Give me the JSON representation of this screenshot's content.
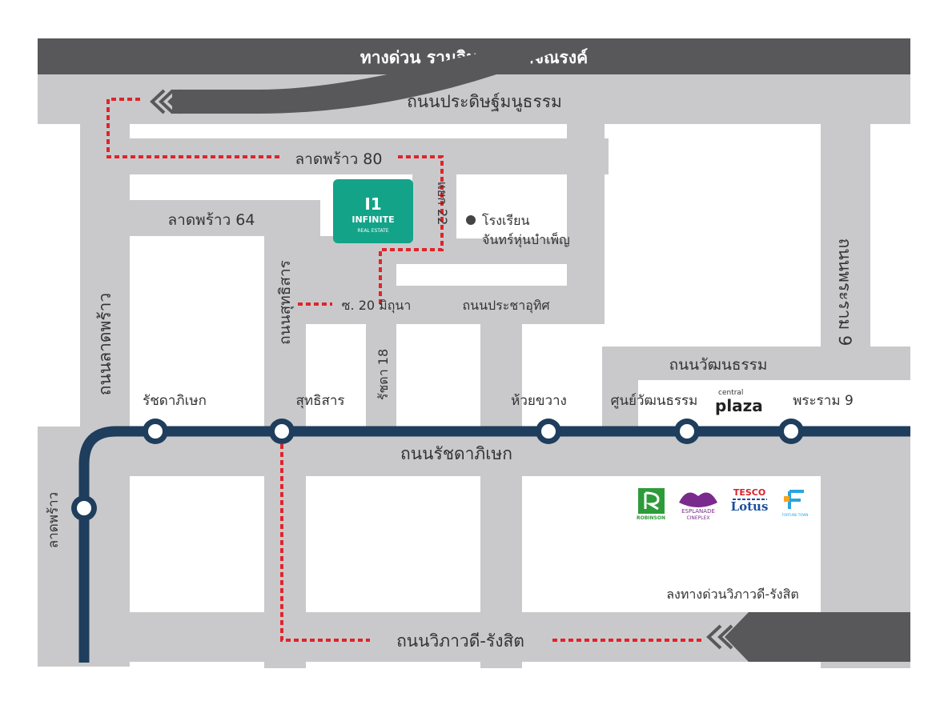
{
  "colors": {
    "road": "#c9c9cb",
    "expressway": "#58585a",
    "metro": "#1f3d5c",
    "route": "#e0242b",
    "brand": "#13a389"
  },
  "expressway_top": "ทางด่วน รามอินทรา-อาจณรงค์",
  "roads": {
    "pradit": "ถนนประดิษฐ์มนูธรรม",
    "ladprao80": "ลาดพร้าว 80",
    "ladprao64": "ลาดพร้าว 64",
    "yaek22": "แยก 22",
    "ladprao_road": "ถนนลาดพร้าว",
    "suthisarn_road": "ถนนสุทธิสาร",
    "soi20": "ซ. 20 มิถุนา",
    "pracha_uthit": "ถนนประชาอุทิศ",
    "ratchada18": "รัชดา 18",
    "watthanatham": "ถนนวัฒนธรรม",
    "rama9_road": "ถนนพระราม 9",
    "ratchadaphisek_road": "ถนนรัชดาภิเษก",
    "vibhavadi_road": "ถนนวิภาวดี-รังสิต",
    "vibhavadi_exit": "ลงทางด่วนวิภาวดี-รังสิต"
  },
  "school": {
    "line1": "โรงเรียน",
    "line2": "จันทร์หุ่นบำเพ็ญ"
  },
  "stations": {
    "ratchadaphisek": "รัชดาภิเษก",
    "sutthisan": "สุทธิสาร",
    "huai_khwang": "ห้วยขวาง",
    "cultural_centre": "ศูนย์วัฒนธรรม",
    "rama9": "พระราม 9",
    "lat_phrao": "ลาดพร้าว"
  },
  "brand": {
    "glyph": "I1",
    "name": "INFINITE",
    "tagline": "REAL ESTATE"
  },
  "logos": {
    "central_small": "central",
    "central_big": "plaza",
    "robinson": "ROBINSON",
    "esplanade": "ESPLANADE",
    "cineplex": "CINEPLEX",
    "tesco": "TESCO",
    "lotus": "Lotus",
    "fortune": "FORTUNE TOWN"
  }
}
